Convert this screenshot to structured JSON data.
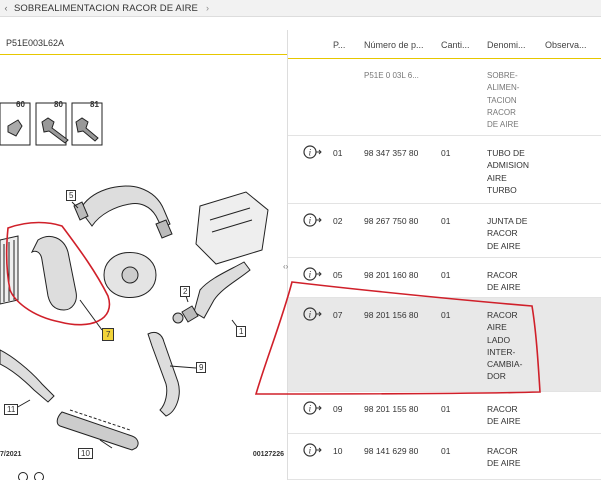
{
  "breadcrumb": {
    "title": "SOBREALIMENTACION RACOR DE AIRE"
  },
  "diagram": {
    "code": "P51E003L62A",
    "footer_left": "7/2021",
    "footer_right": "00127226",
    "callouts": [
      "1",
      "2",
      "5",
      "7",
      "9",
      "10",
      "11",
      "60",
      "80",
      "81"
    ],
    "highlight_color": "#f2d43a",
    "annotation_color": "#d0202a"
  },
  "table": {
    "headers": [
      "P...",
      "Número de p...",
      "Canti...",
      "Denomi...",
      "Observa..."
    ],
    "header_row": {
      "number": "P51E 0 03L 6...",
      "name": "SOBRE-\nALIMEN-\nTACION\nRACOR\nDE AIRE"
    },
    "rows": [
      {
        "pos": "01",
        "number": "98 347 357 80",
        "qty": "01",
        "name": "TUBO DE\nADMISION\nAIRE\nTURBO"
      },
      {
        "pos": "02",
        "number": "98 267 750 80",
        "qty": "01",
        "name": "JUNTA DE\nRACOR\nDE AIRE"
      },
      {
        "pos": "05",
        "number": "98 201 160 80",
        "qty": "01",
        "name": "RACOR\nDE AIRE"
      },
      {
        "pos": "07",
        "number": "98 201 156 80",
        "qty": "01",
        "name": "RACOR\nAIRE\nLADO\nINTER-\nCAMBIA-\nDOR"
      },
      {
        "pos": "09",
        "number": "98 201 155 80",
        "qty": "01",
        "name": "RACOR\nDE AIRE"
      },
      {
        "pos": "10",
        "number": "98 141 629 80",
        "qty": "01",
        "name": "RACOR\nDE AIRE"
      }
    ]
  }
}
